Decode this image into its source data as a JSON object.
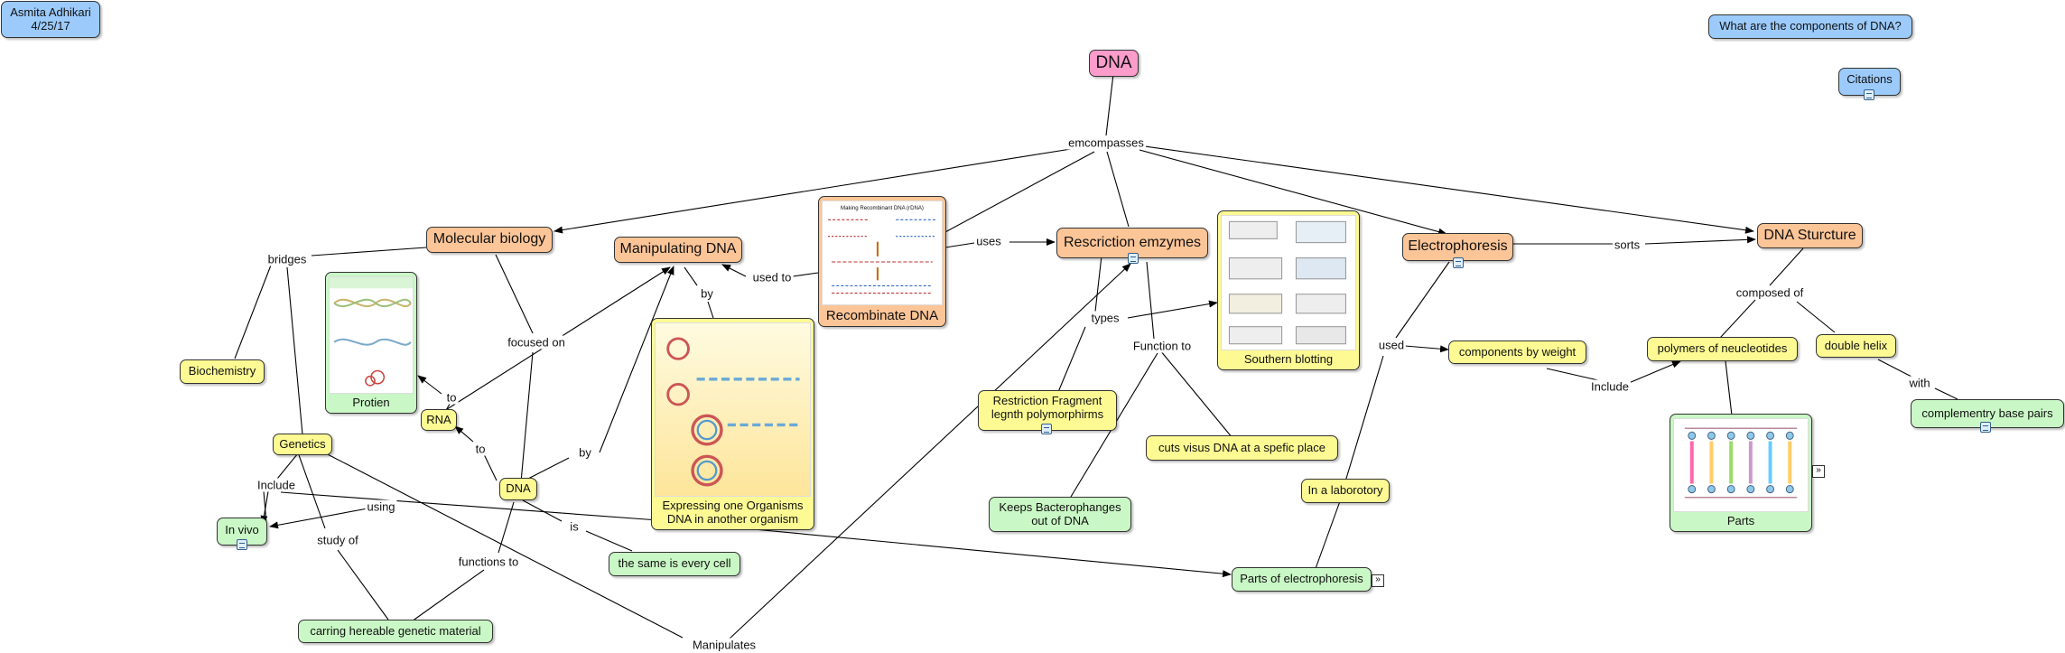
{
  "header": {
    "author": "Asmita Adhikari",
    "date": "4/25/17",
    "question": "What are the components of DNA?",
    "citations": "Citations"
  },
  "nodes": {
    "dna_root": "DNA",
    "molecular_biology": "Molecular biology",
    "manipulating_dna": "Manipulating DNA",
    "recombinate_dna": "Recombinate DNA",
    "restriction_enzymes": "Rescriction emzymes",
    "electrophoresis": "Electrophoresis",
    "dna_structure": "DNA Sturcture",
    "biochemistry": "Biochemistry",
    "protien": "Protien",
    "rna": "RNA",
    "genetics": "Genetics",
    "dna_small": "DNA",
    "in_vivo": "In vivo",
    "expressing": "Expressing one Organisms DNA in another organism",
    "rflp": "Restriction Fragment legnth polymorphirms",
    "keeps": "Keeps Bacterophanges out of DNA",
    "cuts": "cuts  visus DNA at a spefic place",
    "southern": "Southern blotting",
    "components_weight": "components by weight",
    "in_laboratory": "In a laborotory",
    "parts_electrophoresis": "Parts of electrophoresis",
    "polymers": "polymers of neucleotides",
    "double_helix": "double helix",
    "complementary": "complementry base pairs",
    "parts": "Parts",
    "same_every_cell": "the same is every cell",
    "carrying": "carring hereable genetic material"
  },
  "link_labels": {
    "emcompasses": "emcompasses",
    "bridges": "bridges",
    "focused_on": "focused on",
    "used_to": "used to",
    "by_top": "by",
    "uses": "uses",
    "types": "types",
    "function_to": "Function to",
    "sorts": "sorts",
    "composed_of": "composed of",
    "used": "used",
    "include_right": "Include",
    "with": "with",
    "to_upper": "to",
    "to_lower": "to",
    "by_lower": "by",
    "include_left": "Include",
    "using": "using",
    "study_of": "study of",
    "is": "is",
    "functions_to": "functions to",
    "manipulates": "Manipulates"
  },
  "image_captions": {
    "recombinate_title": "Making Recombinant DNA (rDNA)"
  },
  "colors": {
    "pink": "#fb9ccb",
    "orange": "#fcc597",
    "yellow": "#fdfa93",
    "green": "#c9f7c5",
    "blue": "#9ccbfb"
  }
}
